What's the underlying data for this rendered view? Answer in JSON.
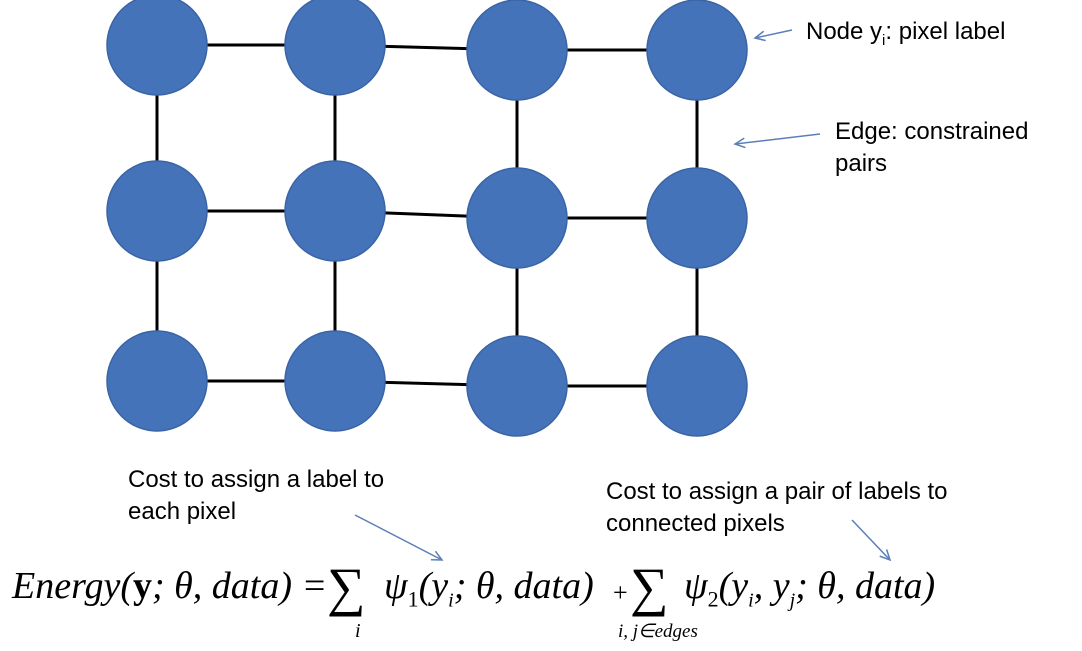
{
  "annotations": {
    "node": {
      "prefix": "Node y",
      "sub": "i",
      "suffix": ": pixel label"
    },
    "edge": {
      "line1": "Edge: constrained",
      "line2": "pairs"
    },
    "unary": {
      "line1": "Cost to assign a label to",
      "line2": "each pixel"
    },
    "pairwise": {
      "line1": "Cost to assign a pair of labels to",
      "line2": "connected pixels"
    }
  },
  "equation": {
    "lhs": "Energy(",
    "lhs_y": "y",
    "lhs_rest": "; θ, data) =",
    "sum_sub1": "i",
    "unary_term": "ψ",
    "unary_idx": "1",
    "unary_args": "(y",
    "unary_args_sub": "i",
    "unary_args_rest": "; θ, data)",
    "plus": "+",
    "sum_sub2": "i, j∈edges",
    "pair_term": "ψ",
    "pair_idx": "2",
    "pair_args": "(y",
    "pair_args_sub1": "i",
    "pair_args_mid": ", y",
    "pair_args_sub2": "j",
    "pair_args_rest": "; θ, data)",
    "sigma": "∑"
  },
  "grid": {
    "rows": 3,
    "cols": 4,
    "node_color": "#4473B9",
    "node_stroke": "#3A64A5",
    "edge_color": "#000000",
    "arrow_color": "#5A7FB8"
  }
}
